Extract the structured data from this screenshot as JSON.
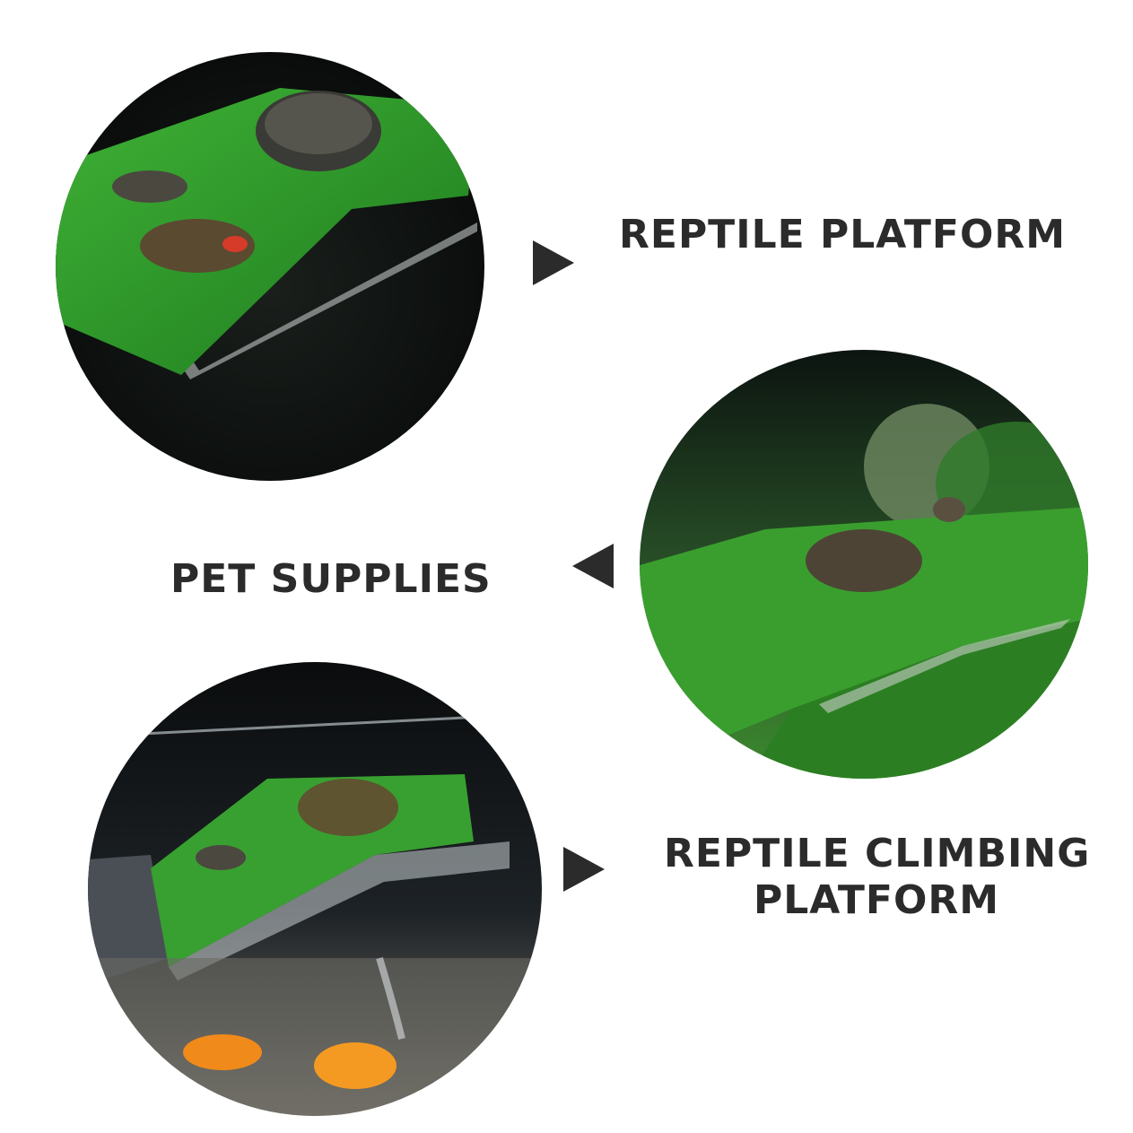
{
  "labels": {
    "top": "REPTILE PLATFORM",
    "middle": "PET SUPPLIES",
    "bottom_line1": "REPTILE CLIMBING",
    "bottom_line2": "PLATFORM"
  },
  "colors": {
    "text": "#2b2b2b",
    "grass": "#2f9a2a",
    "water_dark": "#0b0f0c"
  }
}
